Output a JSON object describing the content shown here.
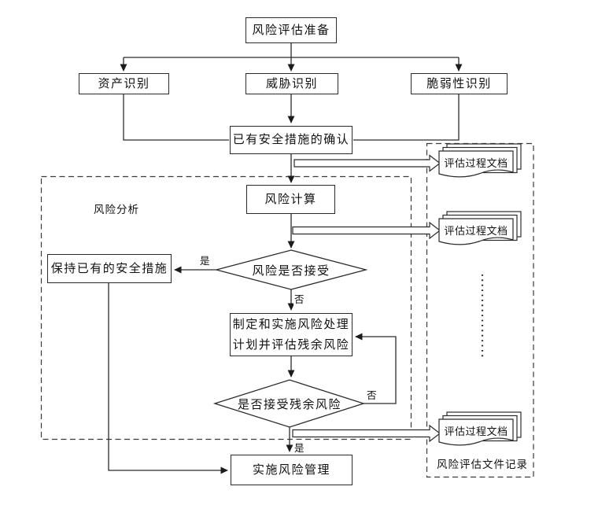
{
  "nodes": {
    "prepare": {
      "label": "风险评估准备"
    },
    "asset": {
      "label": "资产识别"
    },
    "threat": {
      "label": "威胁识别"
    },
    "vulnerability": {
      "label": "脆弱性识别"
    },
    "confirm_existing": {
      "label": "已有安全措施的确认"
    },
    "risk_calculation": {
      "label": "风险计算"
    },
    "risk_accept_decision": {
      "label": "风险是否接受"
    },
    "keep_existing": {
      "label": "保持已有的安全措施"
    },
    "risk_treatment": {
      "label": "制定和实施风险处理\n计划并评估残余风险"
    },
    "residual_accept_decision": {
      "label": "是否接受残余风险"
    },
    "implement_management": {
      "label": "实施风险管理"
    }
  },
  "regions": {
    "risk_analysis_label": "风险分析",
    "record_label": "风险评估文件记录"
  },
  "branch_labels": {
    "accept_yes": "是",
    "accept_no": "否",
    "residual_no": "否",
    "residual_yes": "是"
  },
  "documents": {
    "doc1": "评估过程文档",
    "doc2": "评估过程文档",
    "doc3": "评估过程文档"
  },
  "edges": [
    {
      "from": "prepare",
      "to": "asset"
    },
    {
      "from": "prepare",
      "to": "threat"
    },
    {
      "from": "prepare",
      "to": "vulnerability"
    },
    {
      "from": "asset",
      "to": "confirm_existing"
    },
    {
      "from": "threat",
      "to": "confirm_existing"
    },
    {
      "from": "vulnerability",
      "to": "confirm_existing"
    },
    {
      "from": "confirm_existing",
      "to": "risk_calculation"
    },
    {
      "from": "confirm_existing",
      "to": "doc1",
      "style": "hollow"
    },
    {
      "from": "risk_calculation",
      "to": "risk_accept_decision"
    },
    {
      "from": "risk_calculation",
      "to": "doc2",
      "style": "hollow"
    },
    {
      "from": "risk_accept_decision",
      "to": "keep_existing",
      "label": "是"
    },
    {
      "from": "risk_accept_decision",
      "to": "risk_treatment",
      "label": "否"
    },
    {
      "from": "risk_treatment",
      "to": "residual_accept_decision"
    },
    {
      "from": "residual_accept_decision",
      "to": "risk_treatment",
      "label": "否"
    },
    {
      "from": "residual_accept_decision",
      "to": "implement_management",
      "label": "是"
    },
    {
      "from": "residual_accept_decision",
      "to": "doc3",
      "style": "hollow"
    },
    {
      "from": "keep_existing",
      "to": "implement_management"
    }
  ],
  "colors": {
    "line": "#2b2b2b",
    "text": "#111111",
    "background": "#ffffff"
  }
}
